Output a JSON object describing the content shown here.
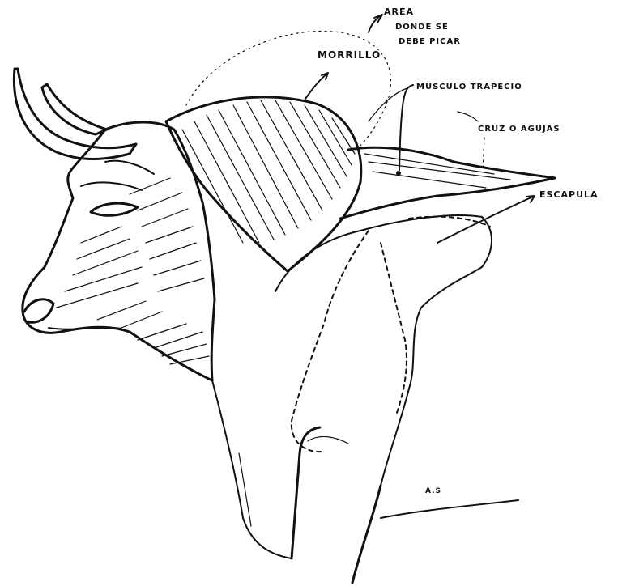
{
  "labels": {
    "area": "AREA",
    "donde_se": "DONDE SE",
    "debe_picar": "DEBE PICAR",
    "morrillo": "MORRILLO",
    "musculo_trapecio": "MUSCULO TRAPECIO",
    "cruz_o_agujas": "CRUZ O AGUJAS",
    "escapula": "ESCAPULA",
    "signature": "A.S"
  },
  "colors": {
    "ink": "#111111",
    "paper": "#ffffff"
  }
}
